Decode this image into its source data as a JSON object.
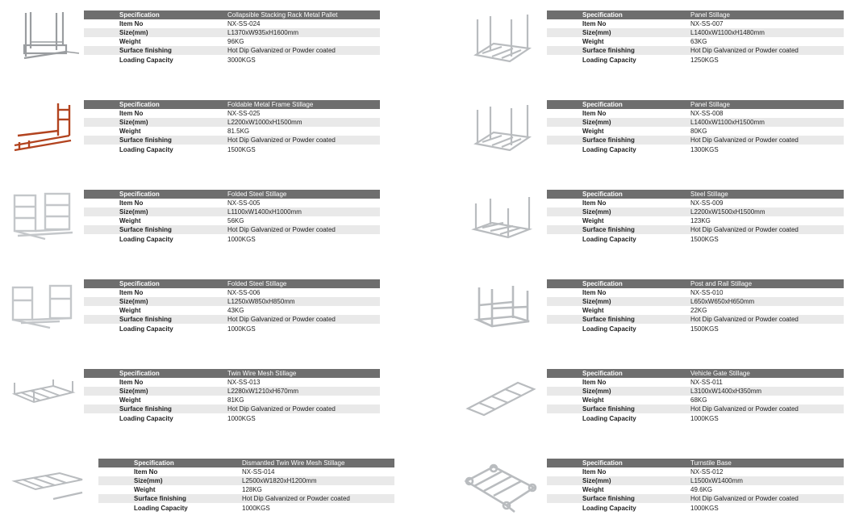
{
  "labels": {
    "specification": "Specification",
    "item_no": "Item No",
    "size": "Size(mm)",
    "weight": "Weight",
    "surface": "Surface finishing",
    "capacity": "Loading Capacity"
  },
  "products": [
    {
      "name": "Collapsible Stacking Rack Metal Pallet",
      "item_no": "NX-SS-024",
      "size": "L1370xW935xH1600mm",
      "weight": "96KG",
      "surface": "Hot Dip Galvanized or Powder coated",
      "capacity": "3000KGS"
    },
    {
      "name": "Panel Stillage",
      "item_no": "NX-SS-007",
      "size": "L1400xW1100xH1480mm",
      "weight": "63KG",
      "surface": "Hot Dip Galvanized or Powder coated",
      "capacity": "1250KGS"
    },
    {
      "name": "Foldable Metal Frame Stillage",
      "item_no": "NX-SS-025",
      "size": "L2200xW1000xH1500mm",
      "weight": "81.5KG",
      "surface": "Hot Dip Galvanized or Powder coated",
      "capacity": "1500KGS"
    },
    {
      "name": "Panel Stillage",
      "item_no": "NX-SS-008",
      "size": "L1400xW1100xH1500mm",
      "weight": "80KG",
      "surface": "Hot Dip Galvanized or Powder coated",
      "capacity": "1300KGS"
    },
    {
      "name": "Folded Steel Stillage",
      "item_no": "NX-SS-005",
      "size": "L1100xW1400xH1000mm",
      "weight": "56KG",
      "surface": "Hot Dip Galvanized or Powder coated",
      "capacity": "1000KGS"
    },
    {
      "name": "Steel Stillage",
      "item_no": "NX-SS-009",
      "size": "L2200xW1500xH1500mm",
      "weight": "123KG",
      "surface": "Hot Dip Galvanized or Powder coated",
      "capacity": "1500KGS"
    },
    {
      "name": "Folded Steel Stillage",
      "item_no": "NX-SS-006",
      "size": "L1250xW850xH850mm",
      "weight": "43KG",
      "surface": "Hot Dip Galvanized or Powder coated",
      "capacity": "1000KGS"
    },
    {
      "name": "Post and Rail Stillage",
      "item_no": "NX-SS-010",
      "size": "L650xW650xH650mm",
      "weight": "22KG",
      "surface": "Hot Dip Galvanized or Powder coated",
      "capacity": "1500KGS"
    },
    {
      "name": "Twin Wire Mesh Stillage",
      "item_no": "NX-SS-013",
      "size": "L2280xW1210xH670mm",
      "weight": "81KG",
      "surface": "Hot Dip Galvanized or Powder coated",
      "capacity": "1000KGS"
    },
    {
      "name": "Vehicle Gate Stillage",
      "item_no": "NX-SS-011",
      "size": "L3100xW1400xH350mm",
      "weight": "68KG",
      "surface": "Hot Dip Galvanized or Powder coated",
      "capacity": "1000KGS"
    },
    {
      "name": "Dismantled Twin Wire Mesh Stillage",
      "item_no": "NX-SS-014",
      "size": "L2500xW1820xH1200mm",
      "weight": "128KG",
      "surface": "Hot Dip Galvanized or Powder coated",
      "capacity": "1000KGS"
    },
    {
      "name": "Turnstile Base",
      "item_no": "NX-SS-012",
      "size": "L1500xW1400mm",
      "weight": "49.6KG",
      "surface": "Hot Dip Galvanized or Powder coated",
      "capacity": "1000KGS"
    }
  ],
  "colors": {
    "header_bg": "#6e6e6e",
    "stripe_bg": "#e9e9e9",
    "galvanized": "#b9bcbf",
    "powder_red": "#b2431f"
  }
}
